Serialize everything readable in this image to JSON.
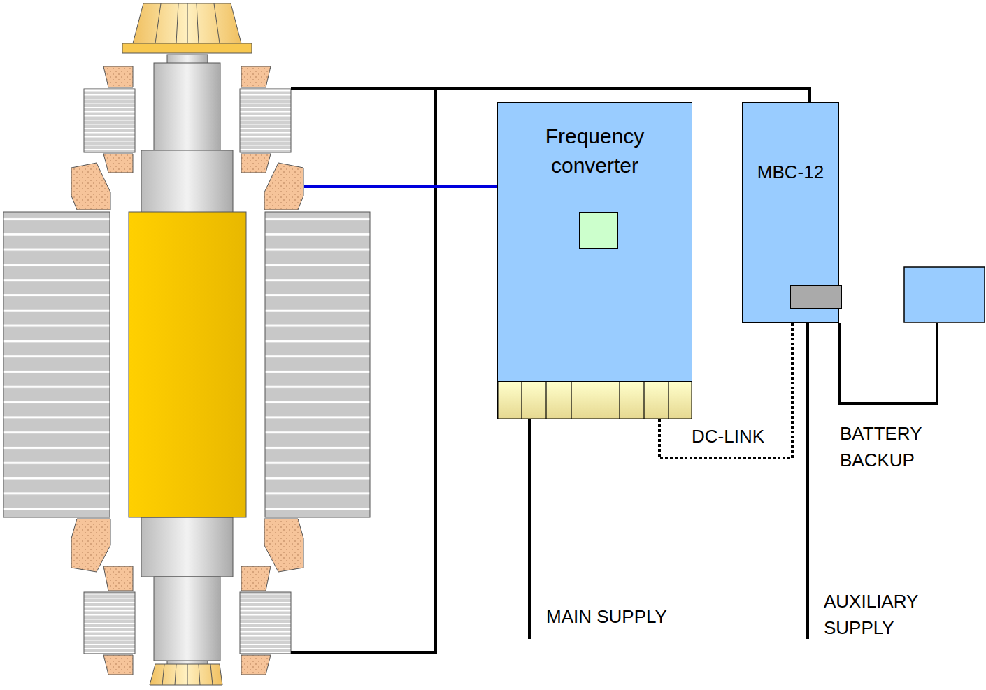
{
  "diagram": {
    "nodes": [
      {
        "text": [
          "Frequency converter"
        ]
      },
      {
        "text": [
          "MBC-12"
        ]
      }
    ],
    "edges": [
      {
        "from": 0,
        "to": 1,
        "label": "DC-LINK",
        "arrow": "none"
      }
    ],
    "labels": [
      "MAIN SUPPLY",
      "AUXILIARY SUPPLY",
      "BATTERY BACKUP"
    ]
  }
}
